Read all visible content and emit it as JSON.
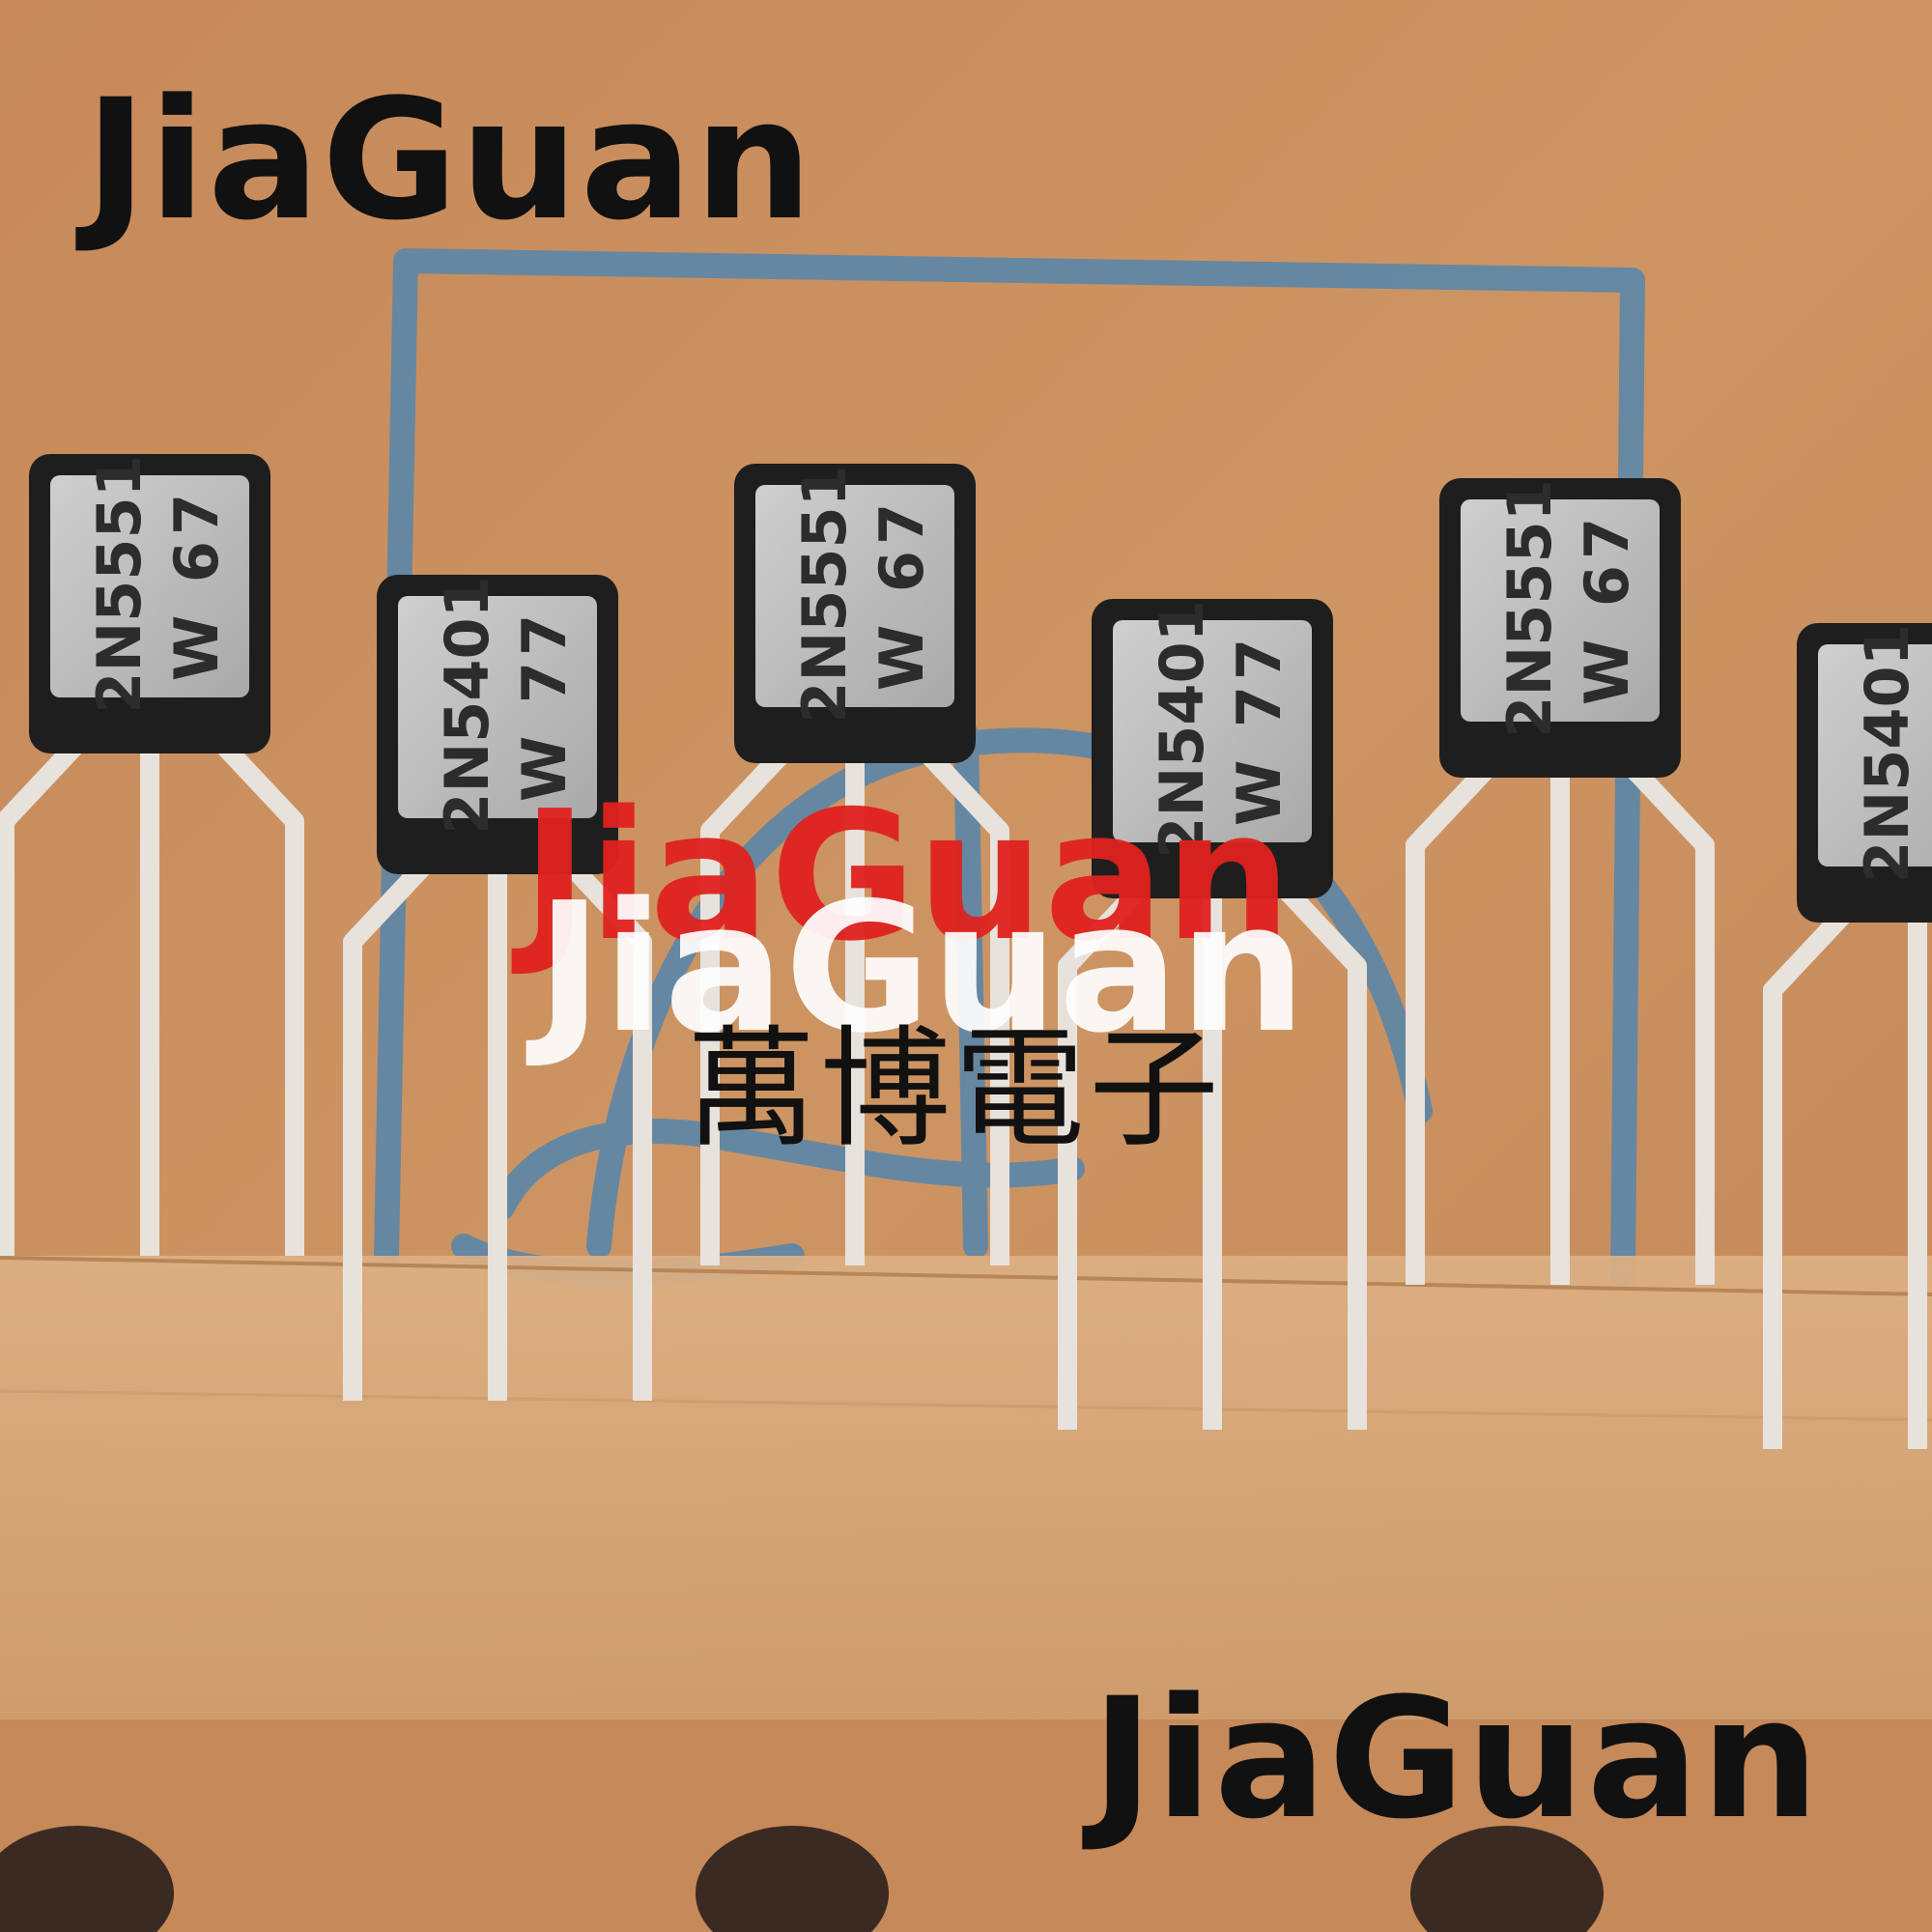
{
  "watermarks": {
    "top": "JiaGuan",
    "bottom": "JiaGuan",
    "center_red": "JiaGuan",
    "center_white": "JiaGuan",
    "center_cjk": "萬博電子"
  },
  "components": [
    {
      "part": "2N5551",
      "code": "W 67"
    },
    {
      "part": "2N5401",
      "code": "W 77"
    },
    {
      "part": "2N5551",
      "code": "W 67"
    },
    {
      "part": "2N5401",
      "code": "W 77"
    },
    {
      "part": "2N5551",
      "code": "W 67"
    },
    {
      "part": "2N5401",
      "code": ""
    }
  ],
  "colors": {
    "cardboard": "#c98f5d",
    "tape": "#d6a777",
    "outline_blue": "#5b86a8",
    "body_black": "#1e1e1e",
    "label_silver": "#bdbdbd",
    "lead": "#e8e2dc",
    "watermark_red": "#e0221f"
  }
}
